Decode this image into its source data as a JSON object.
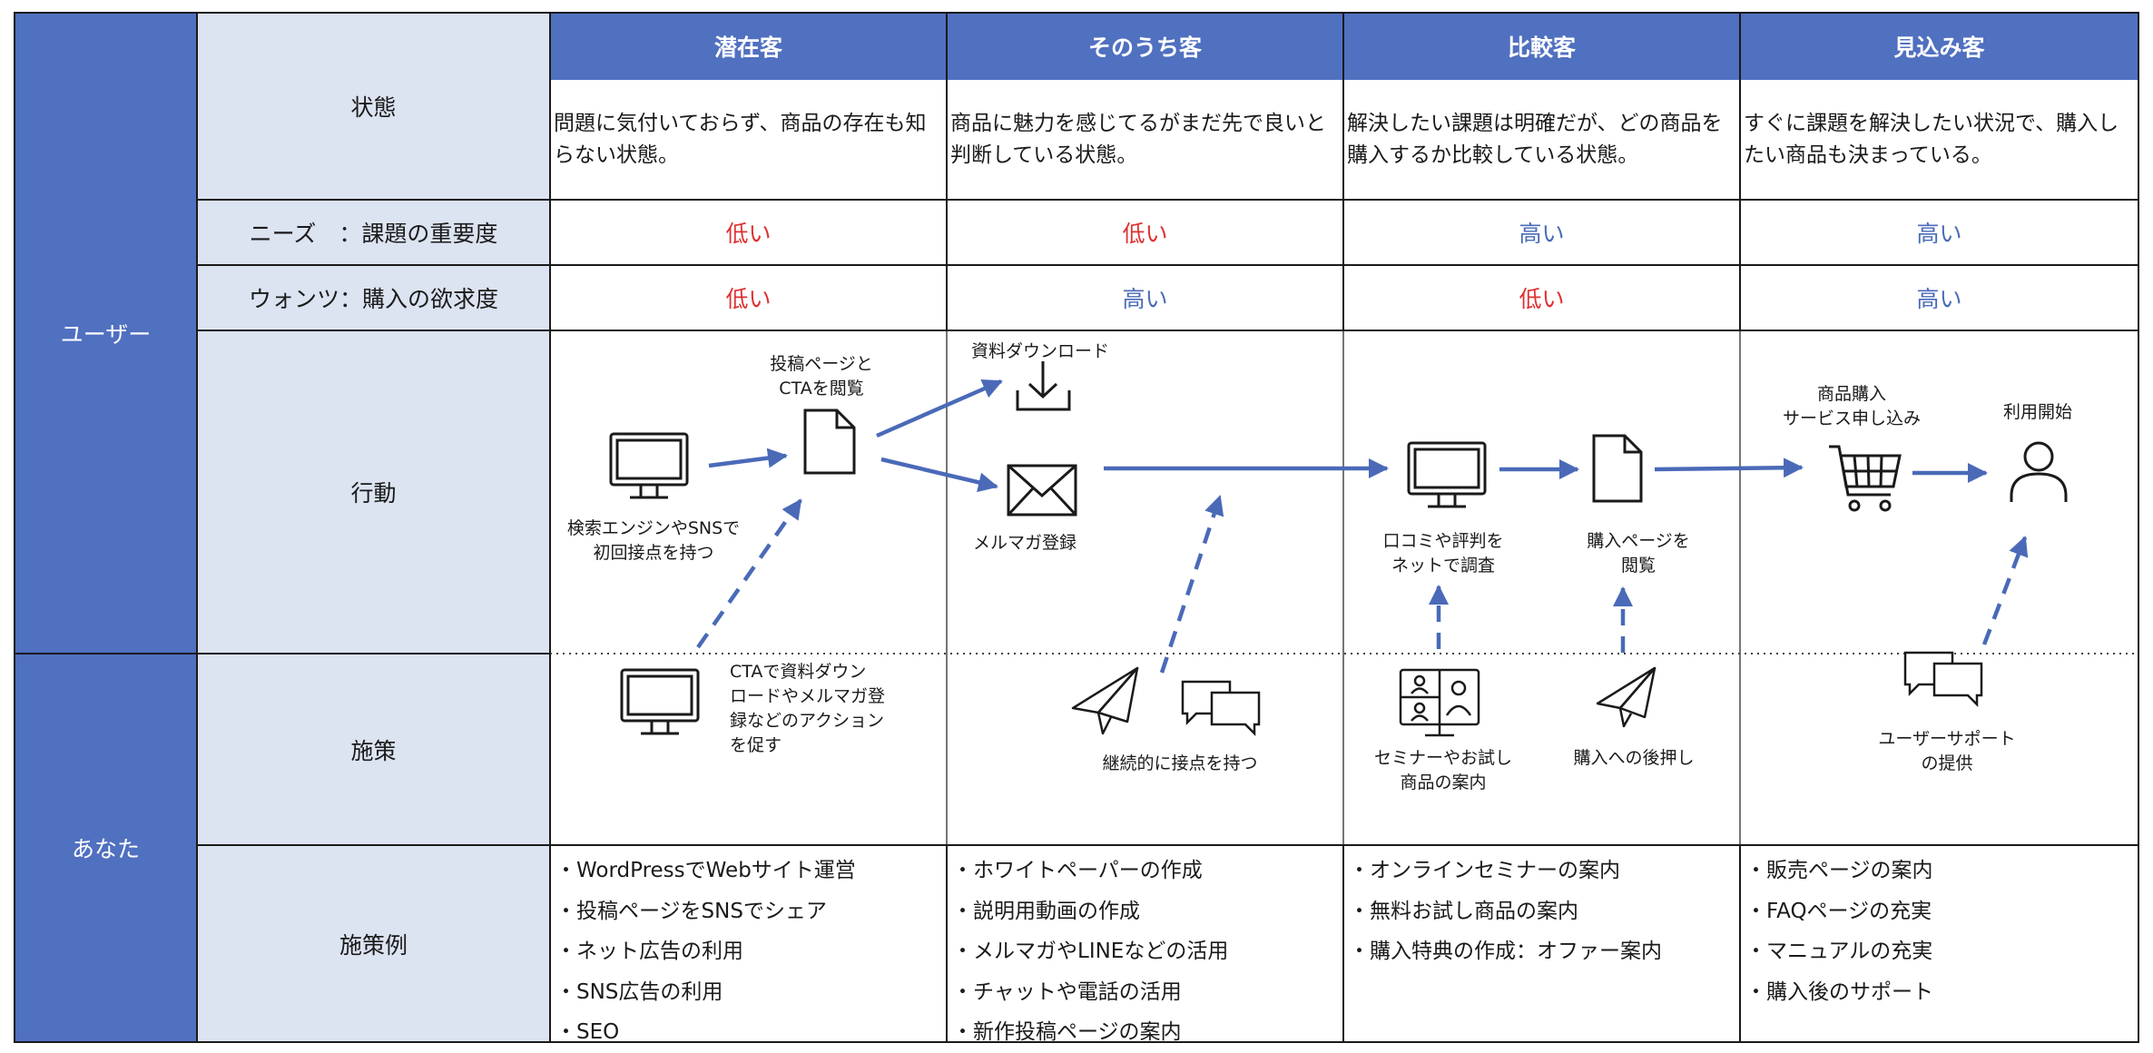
{
  "groups": {
    "user": "ユーザー",
    "you": "あなた"
  },
  "row_labels": {
    "state": "状態",
    "needs": "ニーズ　：課題の重要度",
    "wants": "ウォンツ：購入の欲求度",
    "action": "行動",
    "measure": "施策",
    "examples": "施策例"
  },
  "columns": [
    {
      "title": "潜在客",
      "state": "問題に気付いておらず、商品の存在も知らない状態。",
      "needs": "低い",
      "wants": "低い",
      "examples": [
        "・WordPressでWebサイト運営",
        "・投稿ページをSNSでシェア",
        "・ネット広告の利用",
        "・SNS広告の利用",
        "・SEO"
      ]
    },
    {
      "title": "そのうち客",
      "state": "商品に魅力を感じてるがまだ先で良いと判断している状態。",
      "needs": "低い",
      "wants": "高い",
      "examples": [
        "・ホワイトペーパーの作成",
        "・説明用動画の作成",
        "・メルマガやLINEなどの活用",
        "・チャットや電話の活用",
        "・新作投稿ページの案内"
      ]
    },
    {
      "title": "比較客",
      "state": "解決したい課題は明確だが、どの商品を購入するか比較している状態。",
      "needs": "高い",
      "wants": "低い",
      "examples": [
        "・オンラインセミナーの案内",
        "・無料お試し商品の案内",
        "・購入特典の作成：オファー案内"
      ]
    },
    {
      "title": "見込み客",
      "state": "すぐに課題を解決したい状況で、購入したい商品も決まっている。",
      "needs": "高い",
      "wants": "高い",
      "examples": [
        "・販売ページの案内",
        "・FAQページの充実",
        "・マニュアルの充実",
        "・購入後のサポート"
      ]
    }
  ],
  "annotations": {
    "search_first_contact": "検索エンジンやSNSで\n初回接点を持つ",
    "post_page_cta": "投稿ページと\nCTAを閲覧",
    "download_material": "資料ダウンロード",
    "newsletter_signup": "メルマガ登録",
    "reviews_research": "口コミや評判を\nネットで調査",
    "view_purchase_page": "購入ページを\n閲覧",
    "purchase_signup": "商品購入\nサービス申し込み",
    "start_use": "利用開始",
    "cta_prompt": "CTAで資料ダウン\nロードやメルマガ登\n録などのアクション\nを促す",
    "continuous_contact": "継続的に接点を持つ",
    "seminar_trial": "セミナーやお試し\n商品の案内",
    "purchase_push": "購入への後押し",
    "user_support": "ユーザーサポート\nの提供"
  },
  "colors": {
    "group_bg": "#5070c0",
    "label_bg": "#dce3f1",
    "low": "#e03030",
    "high": "#4a6ab8",
    "arrow": "#4a6ab8"
  }
}
